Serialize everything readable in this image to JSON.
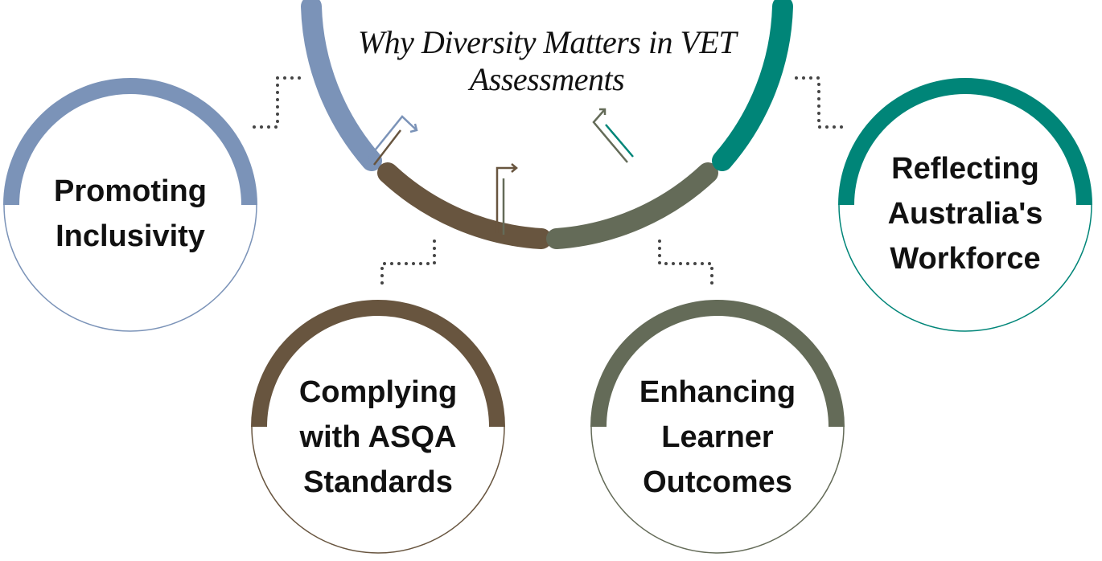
{
  "title": "Why Diversity Matters in VET Assessments",
  "colors": {
    "blue": "#7b93b8",
    "brown": "#68553f",
    "green": "#646b58",
    "teal": "#008578",
    "dots": "#444444"
  },
  "items": [
    {
      "label": "Promoting Inclusivity",
      "color": "blue"
    },
    {
      "label": "Complying with ASQA Standards",
      "color": "brown"
    },
    {
      "label": "Enhancing Learner Outcomes",
      "color": "green"
    },
    {
      "label": "Reflecting Australia's Workforce",
      "color": "teal"
    }
  ]
}
